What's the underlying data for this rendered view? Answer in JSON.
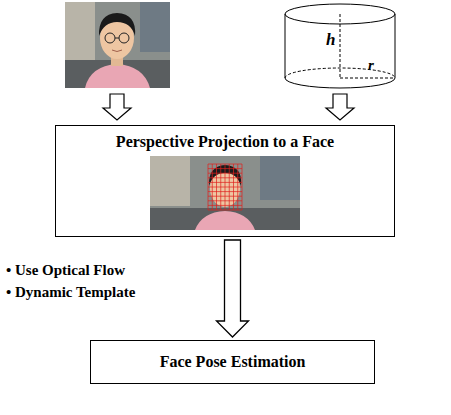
{
  "diagram": {
    "nodes": [
      {
        "text": [
          "Perspective Projection to a Face"
        ]
      },
      {
        "text": [
          "Face Pose Estimation"
        ]
      }
    ],
    "edges": [
      {
        "from": 0,
        "to": 1,
        "arrow": "to"
      }
    ],
    "labels": [
      "h",
      "r",
      "• Use Optical Flow",
      "• Dynamic Template"
    ]
  }
}
